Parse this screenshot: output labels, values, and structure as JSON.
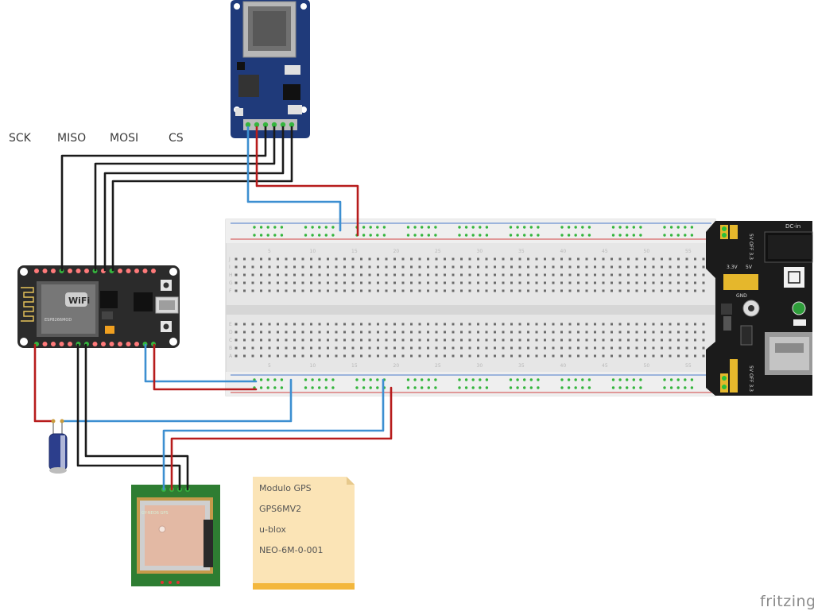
{
  "labels": {
    "sck": "SCK",
    "miso": "MISO",
    "mosi": "MOSI",
    "cs": "CS"
  },
  "note": {
    "lines": [
      "Modulo GPS",
      "GPS6MV2",
      "u-blox",
      "NEO-6M-0-001"
    ]
  },
  "breadboard": {
    "column_numbers": [
      "5",
      "10",
      "15",
      "20",
      "25",
      "30",
      "35",
      "40",
      "45",
      "50",
      "55"
    ],
    "row_letters_top": [
      "J",
      "I",
      "H",
      "G",
      "F"
    ],
    "row_letters_bottom": [
      "E",
      "D",
      "C",
      "B",
      "A"
    ]
  },
  "power_module": {
    "dc_label": "DC-in",
    "top_jumper": "5V OFF 3.3",
    "mid_left": "3.3V",
    "mid_right": "5V",
    "gnd": "GND",
    "bottom_jumper": "5V OFF 3.3"
  },
  "esp": {
    "wifi": "WiFi",
    "module": "ESP8266MOD"
  },
  "gps_module": {
    "silk": "GY-NEO6 GPS"
  },
  "brand": "fritzing",
  "colors": {
    "wire_black": "#1a1a1a",
    "wire_red": "#b71c1c",
    "wire_blue": "#3d8fd1",
    "sd_board": "#1f3a7a",
    "esp_board": "#2b2b2b",
    "gps_board": "#2e7d32",
    "note_paper": "#fbe4b6",
    "power_board": "#1b1b1b"
  }
}
